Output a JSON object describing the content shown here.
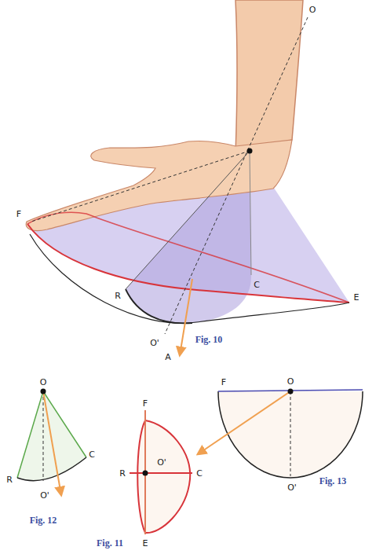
{
  "diagram": {
    "labels": [
      "O",
      "F",
      "R",
      "C",
      "E",
      "O'",
      "A",
      "Fig. 10",
      "O",
      "R",
      "C",
      "O'",
      "Fig. 12",
      "F",
      "O'",
      "R",
      "C",
      "E",
      "Fig. 11",
      "O",
      "F",
      "O'",
      "Fig. 13"
    ]
  }
}
